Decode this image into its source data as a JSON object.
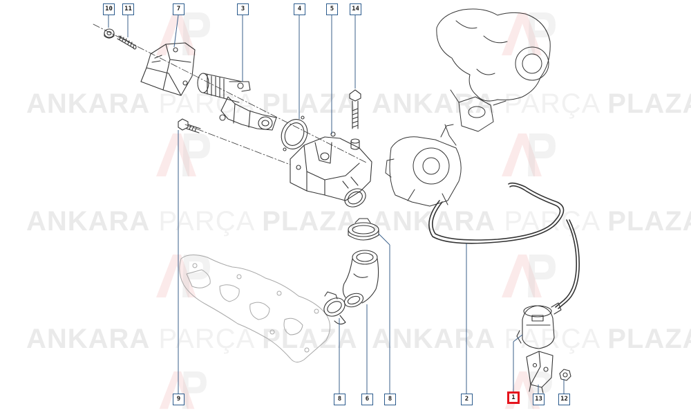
{
  "watermark": {
    "word1": "ANKARA",
    "word2": "PARÇA",
    "word3": "PLAZA",
    "logo_text": "AP",
    "text_color": "#bdbdbd",
    "logo_color": "#f2b8b8"
  },
  "callouts": [
    {
      "id": "10",
      "label": "10"
    },
    {
      "id": "11",
      "label": "11"
    },
    {
      "id": "7",
      "label": "7"
    },
    {
      "id": "3",
      "label": "3"
    },
    {
      "id": "4",
      "label": "4"
    },
    {
      "id": "5",
      "label": "5"
    },
    {
      "id": "14",
      "label": "14"
    },
    {
      "id": "9",
      "label": "9"
    },
    {
      "id": "8a",
      "label": "8"
    },
    {
      "id": "6",
      "label": "6"
    },
    {
      "id": "8b",
      "label": "8"
    },
    {
      "id": "2",
      "label": "2"
    },
    {
      "id": "1",
      "label": "1",
      "highlighted": true
    },
    {
      "id": "13",
      "label": "13"
    },
    {
      "id": "12",
      "label": "12"
    }
  ],
  "colors": {
    "line": "#333333",
    "leader": "#3a5f8a",
    "callout_border": "#2a5a8c",
    "highlight": "#e5131c"
  }
}
